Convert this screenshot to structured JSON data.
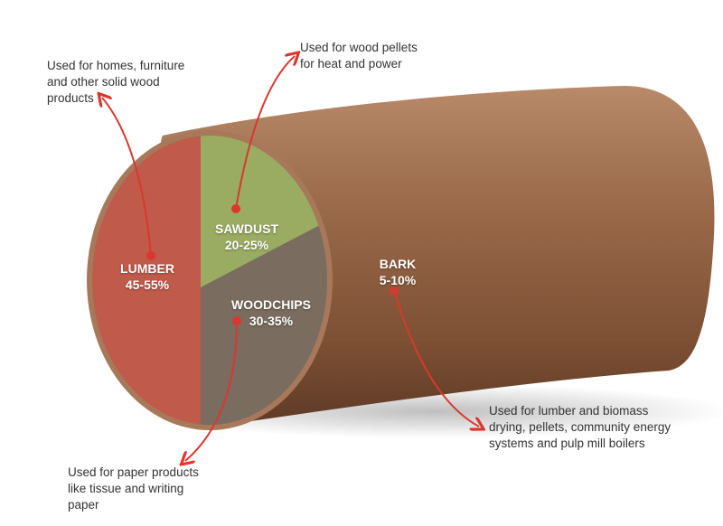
{
  "segments": [
    {
      "name": "LUMBER",
      "range": "45-55%",
      "note": "Used for homes, furniture\nand other solid wood\nproducts",
      "color": "#c05a4a"
    },
    {
      "name": "SAWDUST",
      "range": "20-25%",
      "note": "Used for wood pellets\nfor heat and power",
      "color": "#9aab62"
    },
    {
      "name": "WOODCHIPS",
      "range": "30-35%",
      "note": "Used for paper products\nlike tissue and writing\npaper",
      "color": "#7a6c5e"
    },
    {
      "name": "BARK",
      "range": "5-10%",
      "note": "Used for lumber and biomass\ndrying, pellets, community energy\nsystems and pulp mill boilers",
      "color": "#8f5e3f"
    }
  ],
  "accent": "#d9382f"
}
